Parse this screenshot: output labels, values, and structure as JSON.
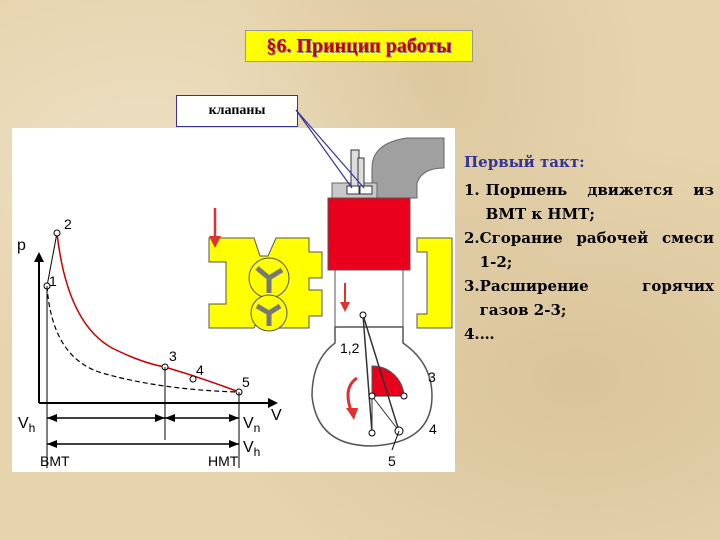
{
  "title": "§6. Принцип работы",
  "valve_label": "клапаны",
  "panel": {
    "heading": "Первый такт:",
    "steps": [
      {
        "num": "1.",
        "text": "Поршень движется из ВМТ к НМТ;"
      },
      {
        "num": "2.",
        "text": "Сгорание рабочей смеси 1-2;"
      },
      {
        "num": "3.",
        "text": "Расширение горячих газов 2-3;"
      },
      {
        "num": "4.",
        "text": "…"
      }
    ]
  },
  "pv_diagram": {
    "axis_p": "p",
    "axis_v": "V",
    "points": [
      "1",
      "2",
      "3",
      "4",
      "5"
    ],
    "vh_prime": "V",
    "vh_prime_sub": "h",
    "vn": "V",
    "vn_sub": "n",
    "vh": "V",
    "vh_sub": "h",
    "bmt": "ВМТ",
    "nmt": "НМТ"
  },
  "engine": {
    "label_12": "1,2",
    "label_3": "3",
    "label_4": "4",
    "label_5": "5"
  },
  "colors": {
    "title_bg": "#ffff00",
    "title_text": "#c00000",
    "heading_text": "#333399",
    "cylinder": "#e8001c",
    "yellow_parts": "#ffff00",
    "curve": "#cc0000",
    "arrow": "#e03030"
  }
}
